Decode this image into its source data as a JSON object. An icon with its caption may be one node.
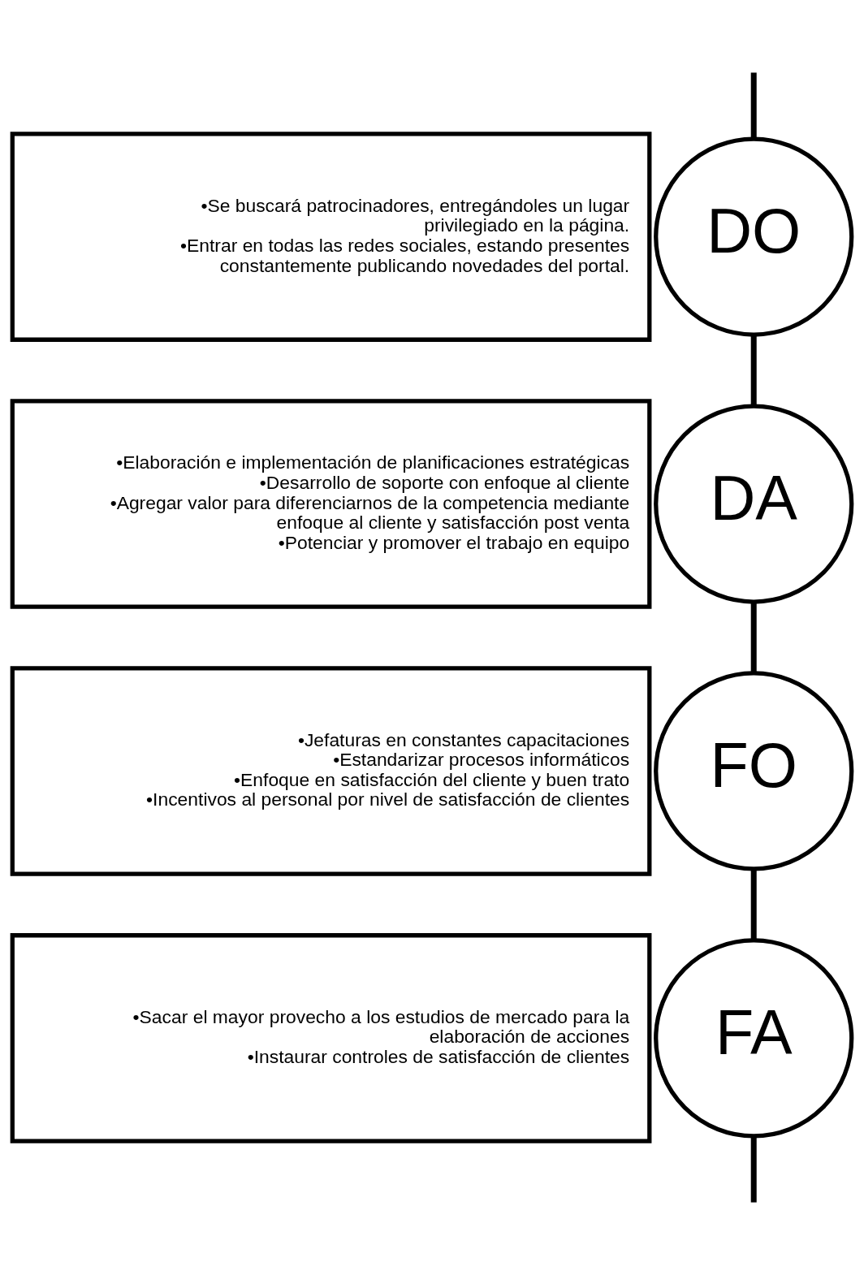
{
  "diagram": {
    "nodes": [
      {
        "text": [
          "•Se buscará patrocinadores, entregándoles un lugar privilegiado en la página.",
          "•Entrar en todas las redes sociales, estando presentes constantemente publicando novedades del portal."
        ]
      },
      {
        "text": [
          "DO"
        ]
      },
      {
        "text": [
          "•Elaboración e implementación de planificaciones estratégicas",
          "•Desarrollo de soporte con enfoque al cliente",
          "•Agregar valor para diferenciarnos de la competencia mediante enfoque al cliente y satisfacción post venta",
          "•Potenciar y promover el trabajo en equipo"
        ]
      },
      {
        "text": [
          "DA"
        ]
      },
      {
        "text": [
          "•Jefaturas en constantes capacitaciones",
          "•Estandarizar procesos informáticos",
          "•Enfoque en satisfacción del cliente y buen trato",
          "•Incentivos al personal por nivel de satisfacción de clientes"
        ]
      },
      {
        "text": [
          "FO"
        ]
      },
      {
        "text": [
          "•Sacar el mayor provecho a los estudios de mercado para la elaboración de acciones",
          "•Instaurar controles de satisfacción de clientes"
        ]
      },
      {
        "text": [
          "FA"
        ]
      }
    ],
    "edges": [
      {
        "from": null,
        "to": 1,
        "arrow": "none"
      },
      {
        "from": 1,
        "to": 3,
        "arrow": "none"
      },
      {
        "from": 3,
        "to": 5,
        "arrow": "none"
      },
      {
        "from": 5,
        "to": 7,
        "arrow": "none"
      },
      {
        "from": 7,
        "to": null,
        "arrow": "none"
      }
    ]
  }
}
